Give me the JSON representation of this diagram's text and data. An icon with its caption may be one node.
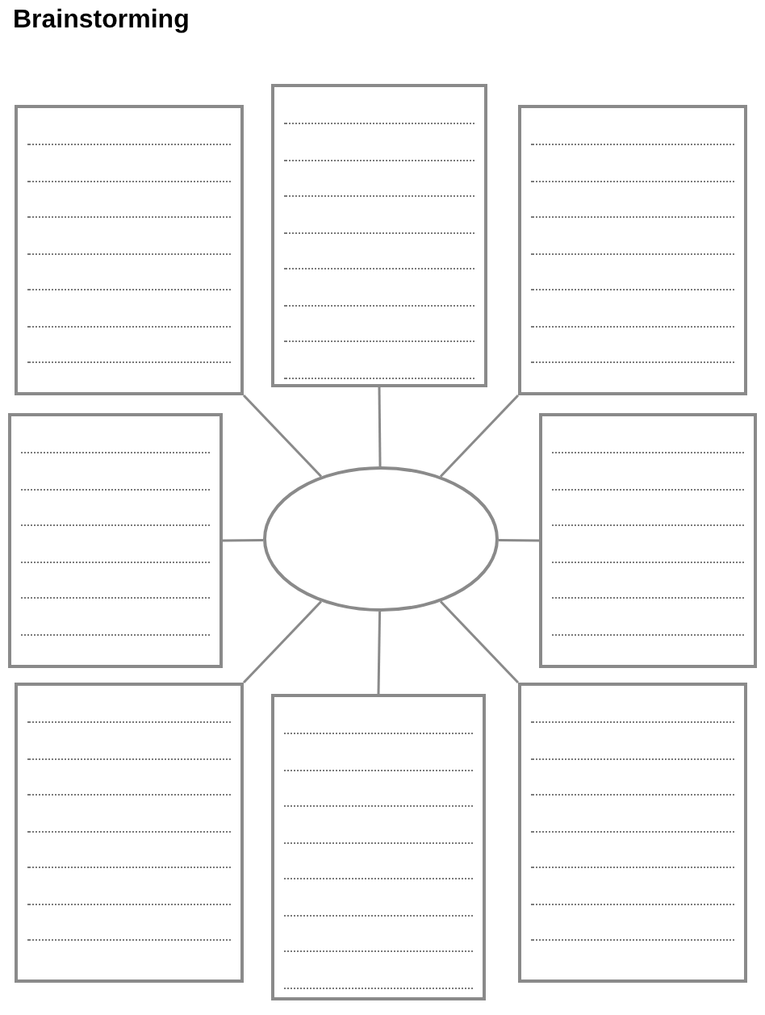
{
  "diagram": {
    "title": "Brainstorming",
    "nodes": [
      {
        "text": [],
        "shape": "box"
      },
      {
        "text": [],
        "shape": "box"
      },
      {
        "text": [],
        "shape": "box"
      },
      {
        "text": [],
        "shape": "box"
      },
      {
        "text": [],
        "shape": "ellipse"
      },
      {
        "text": [],
        "shape": "box"
      },
      {
        "text": [],
        "shape": "box"
      },
      {
        "text": [],
        "shape": "box"
      },
      {
        "text": [],
        "shape": "box"
      }
    ],
    "edges": [
      {
        "from": 4,
        "to": 0,
        "arrow": "none"
      },
      {
        "from": 4,
        "to": 1,
        "arrow": "none"
      },
      {
        "from": 4,
        "to": 2,
        "arrow": "none"
      },
      {
        "from": 4,
        "to": 3,
        "arrow": "none"
      },
      {
        "from": 4,
        "to": 5,
        "arrow": "none"
      },
      {
        "from": 4,
        "to": 6,
        "arrow": "none"
      },
      {
        "from": 4,
        "to": 7,
        "arrow": "none"
      },
      {
        "from": 4,
        "to": 8,
        "arrow": "none"
      }
    ]
  }
}
